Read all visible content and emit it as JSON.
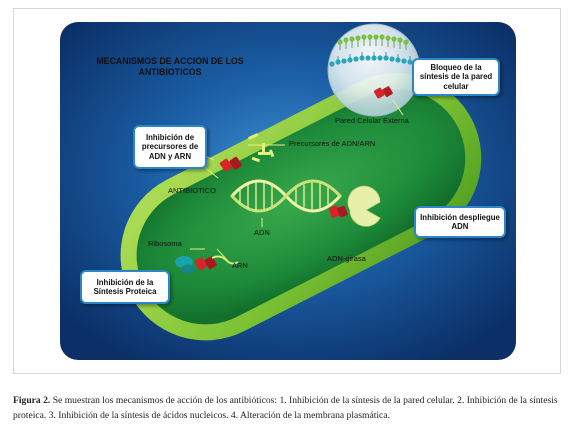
{
  "title": {
    "line1": "MECANISMOS DE ACCION DE LOS",
    "line2": "ANTIBIOTICOS"
  },
  "callouts": {
    "cell_wall": "Bloqueo de la síntesis de la pared celular",
    "precursors": "Inhibición de precursores de ADN y ARN",
    "unwinding": "Inhibición despliegue ADN",
    "protein": "Inhibición de la Síntesis Proteica"
  },
  "labels": {
    "outer_wall": "Pared Celular Externa",
    "precursors": "Precursores de ADN/ARN",
    "antibiotic": "ANTIBIOTICO",
    "dna": "ADN",
    "gyrase": "ADN-girasa",
    "ribosome": "Ribosoma",
    "rna": "ARN"
  },
  "caption": {
    "lead": "Figura 2.",
    "text": " Se muestran los mecanismos de acción de los antibióticos: 1. Inhibición de la síntesis de la pared celular. 2. Inhibición de la síntesis proteica. 3. Inhibición de la síntesis de ácidos nucleicos. 4. Alteración de la membrana plasmática."
  },
  "colors": {
    "background_blue": "#0d3e7e",
    "cell_outer": "#8ecb3f",
    "cell_inner": "#1f8a3c",
    "callout_border": "#2c86c7",
    "antibiotic_red": "#d8232a",
    "ribosome_teal": "#1aa3a8"
  }
}
